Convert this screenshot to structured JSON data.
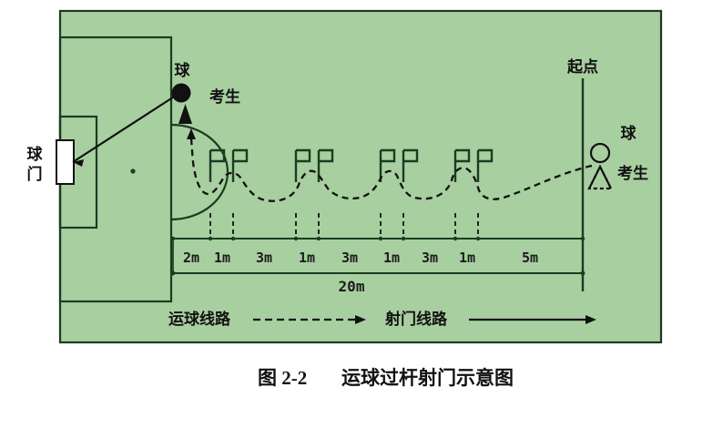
{
  "figure": {
    "caption_number": "图 2-2",
    "caption_title": "运球过杆射门示意图",
    "field_color": "#a8cfa0",
    "line_color": "#1c3b22",
    "ink_color": "#111111",
    "page_background": "#ffffff"
  },
  "pitch": {
    "goal_label_line1": "球",
    "goal_label_line2": "门",
    "start_line_label": "起点"
  },
  "objects": {
    "ball_label_left": "球",
    "examinee_label_left": "考生",
    "ball_label_right": "球",
    "examinee_label_right": "考生"
  },
  "measurements": {
    "segments": [
      {
        "label": "2m",
        "value": 2
      },
      {
        "label": "1m",
        "value": 1
      },
      {
        "label": "3m",
        "value": 3
      },
      {
        "label": "1m",
        "value": 1
      },
      {
        "label": "3m",
        "value": 3
      },
      {
        "label": "1m",
        "value": 1
      },
      {
        "label": "3m",
        "value": 3
      },
      {
        "label": "1m",
        "value": 1
      },
      {
        "label": "5m",
        "value": 5
      }
    ],
    "total_label": "20m",
    "total_value": 20,
    "unit": "m"
  },
  "legend": {
    "dribble_label": "运球线路",
    "dribble_style": "dashed-arrow",
    "shoot_label": "射门线路",
    "shoot_style": "solid-arrow"
  },
  "gates": [
    {
      "index": 1,
      "flags": 2
    },
    {
      "index": 2,
      "flags": 2
    },
    {
      "index": 3,
      "flags": 2
    },
    {
      "index": 4,
      "flags": 2
    }
  ],
  "icons": {
    "ball_filled": "filled-circle",
    "examinee_filled": "filled-triangle",
    "ball_outline": "outline-circle",
    "examinee_outline": "outline-triangle",
    "flag_pole": "flag-pole"
  }
}
